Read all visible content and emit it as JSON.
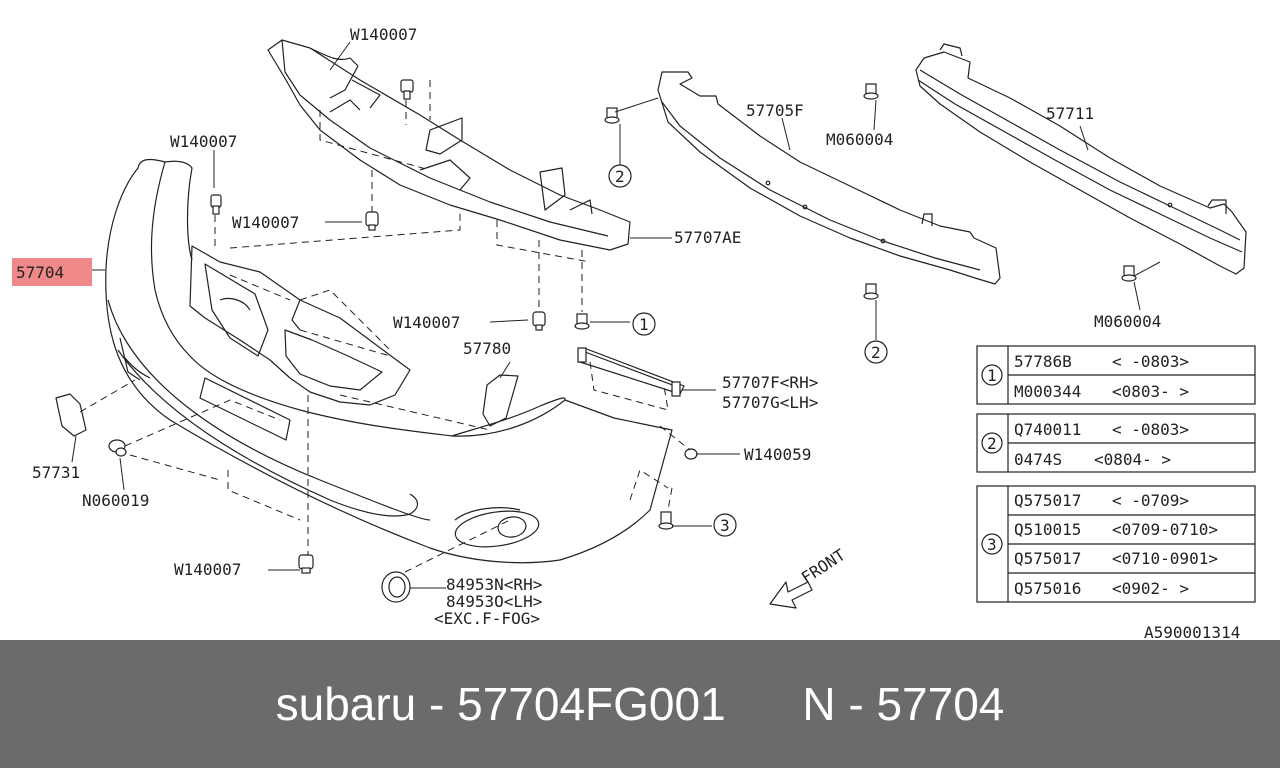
{
  "labels": {
    "w140007": "W140007",
    "p57705f": "57705F",
    "m060004": "M060004",
    "p57711": "57711",
    "p57707ae": "57707AE",
    "p57704": "57704",
    "p57780": "57780",
    "p57707f": "57707F<RH>",
    "p57707g": "57707G<LH>",
    "w140059": "W140059",
    "p57731": "57731",
    "n060019": "N060019",
    "p84953n": "84953N<RH>",
    "p84953o": "84953O<LH>",
    "excfog": "<EXC.F-FOG>",
    "front": "FRONT",
    "code": "A590001314"
  },
  "callouts": {
    "one": "1",
    "two": "2",
    "three": "3"
  },
  "highlight_color": "#f08a8a",
  "tables": {
    "t1": {
      "key": "1",
      "rows": [
        {
          "part": "57786B",
          "range": "<      -0803>"
        },
        {
          "part": "M000344",
          "range": "<0803-      >"
        }
      ]
    },
    "t2": {
      "key": "2",
      "rows": [
        {
          "part": "Q740011",
          "range": "<      -0803>"
        },
        {
          "part": "0474S",
          "range": "  <0804-      >"
        }
      ]
    },
    "t3": {
      "key": "3",
      "rows": [
        {
          "part": "Q575017",
          "range": "<     -0709>"
        },
        {
          "part": "Q510015",
          "range": "<0709-0710>"
        },
        {
          "part": "Q575017",
          "range": "<0710-0901>"
        },
        {
          "part": "Q575016",
          "range": "<0902-     >"
        }
      ]
    }
  },
  "footer": {
    "text": "subaru - 57704FG001      N - 57704"
  }
}
